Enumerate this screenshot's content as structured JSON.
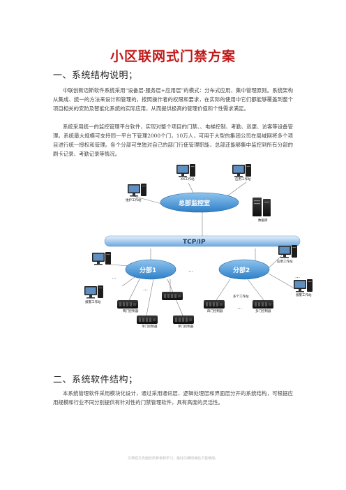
{
  "document": {
    "title": "小区联网式门禁方案",
    "sections": [
      {
        "heading": "一、系统结构说明；",
        "paragraphs": [
          "中联创新迈斯软件系统采用“设备层-服务层+应用层”的模式：分布式应用，集中管理原则。系统架构从集成、统一的方法来设计和管理的，按照操作者的权限和要求，在实际的使用中它们都能够覆盖到整个项目相关的安防及智能化系统的实际应用，从而提供极高的管理价值和个性需求满足。",
          "系统采用统一的监控管理平台软件，实现对整个项目的门禁、、电梯控制、考勤、巡更、访客等设备管理。系统最大规模可支持同一平台下管理2000个门，10万人，可用于大型的集团公司在局域网将多个项目进行统一授权和管理。各个分部可单独对自己的部门行使管理职能，总部还能够集中监控到所有分部的刷卡记录、考勤记录等情况。"
        ]
      },
      {
        "heading": "二、系统软件结构；",
        "paragraphs": [
          "本系统管理软件采用模块化设计，通过采用通讯层、逻辑处理层和界面层分开的系统结构，可根据应用规模和行业不同分别提供有针对性的门禁管理软件，具有高度的灵活性。"
        ]
      }
    ],
    "footer": "文档原文页面仅供参考和学习，最好仔细阅读后下载使用。"
  },
  "diagram": {
    "hq_label": "总部监控室",
    "network_label": "TCP/IP",
    "branch1_label": "分部1",
    "branch2_label": "分部2",
    "ellipsis": "…",
    "hq_workstations": [
      "维护工作站",
      "XX工作站",
      "应用工作站"
    ],
    "server_label": "数据库",
    "left_station": "报警工作站",
    "right_stations": [
      "应用工作站",
      "报警工作站"
    ],
    "multi_station": "多个工作站",
    "controllers": [
      "两门控制器",
      "单门控制器",
      "单门控制器",
      "四门控制器",
      "多门控制器"
    ]
  }
}
